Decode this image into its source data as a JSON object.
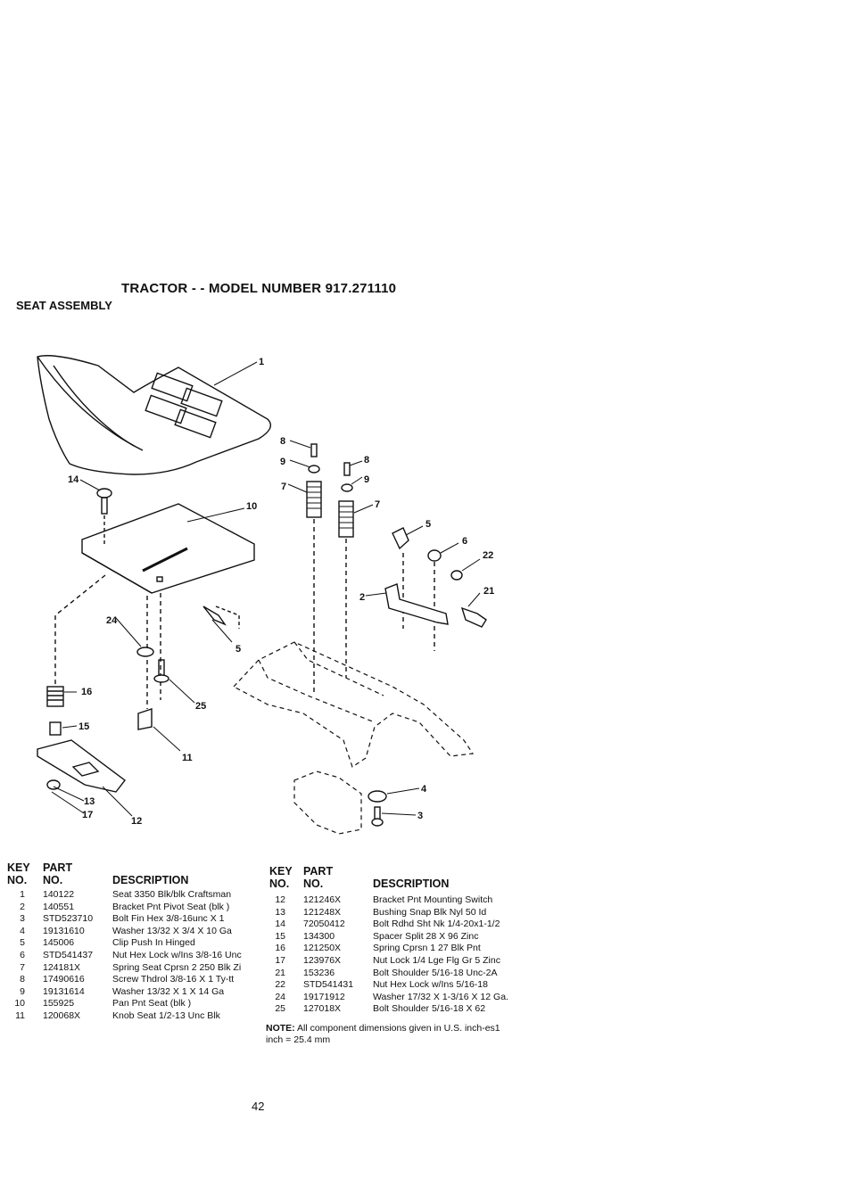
{
  "header": {
    "title": "TRACTOR - - MODEL NUMBER 917.271110",
    "subtitle": "SEAT ASSEMBLY"
  },
  "diagram": {
    "callouts": [
      "1",
      "2",
      "3",
      "4",
      "5",
      "5",
      "6",
      "7",
      "7",
      "8",
      "8",
      "9",
      "9",
      "10",
      "11",
      "12",
      "13",
      "14",
      "15",
      "16",
      "17",
      "21",
      "22",
      "24",
      "25"
    ]
  },
  "table": {
    "headers": {
      "key_line1": "KEY",
      "key_line2": "NO.",
      "part_line1": "PART",
      "part_line2": "NO.",
      "description": "DESCRIPTION"
    },
    "left_rows": [
      {
        "key": "1",
        "part": "140122",
        "desc": "Seat 3350 Blk/blk Craftsman"
      },
      {
        "key": "2",
        "part": "140551",
        "desc": "Bracket Pnt Pivot Seat (blk )"
      },
      {
        "key": "3",
        "part": "STD523710",
        "desc": "Bolt Fin Hex 3/8-16unc X 1"
      },
      {
        "key": "4",
        "part": "19131610",
        "desc": "Washer 13/32 X 3/4 X 10 Ga"
      },
      {
        "key": "5",
        "part": "145006",
        "desc": "Clip Push In Hinged"
      },
      {
        "key": "6",
        "part": "STD541437",
        "desc": "Nut Hex Lock w/Ins 3/8-16 Unc"
      },
      {
        "key": "7",
        "part": "124181X",
        "desc": "Spring Seat Cprsn 2 250 Blk Zi"
      },
      {
        "key": "8",
        "part": "17490616",
        "desc": "Screw Thdrol 3/8-16 X 1 Ty-tt"
      },
      {
        "key": "9",
        "part": "19131614",
        "desc": "Washer 13/32 X 1 X 14 Ga"
      },
      {
        "key": "10",
        "part": "155925",
        "desc": "Pan Pnt Seat (blk )"
      },
      {
        "key": "11",
        "part": "120068X",
        "desc": "Knob Seat 1/2-13 Unc Blk"
      }
    ],
    "right_rows": [
      {
        "key": "12",
        "part": "121246X",
        "desc": "Bracket Pnt Mounting Switch"
      },
      {
        "key": "13",
        "part": "121248X",
        "desc": "Bushing Snap Blk Nyl 50 Id"
      },
      {
        "key": "14",
        "part": "72050412",
        "desc": "Bolt Rdhd Sht Nk 1/4-20x1-1/2"
      },
      {
        "key": "15",
        "part": "134300",
        "desc": "Spacer Split 28 X 96 Zinc"
      },
      {
        "key": "16",
        "part": "121250X",
        "desc": "Spring Cprsn 1 27 Blk Pnt"
      },
      {
        "key": "17",
        "part": "123976X",
        "desc": "Nut Lock 1/4 Lge Flg Gr 5 Zinc"
      },
      {
        "key": "21",
        "part": "153236",
        "desc": "Bolt Shoulder 5/16-18 Unc-2A"
      },
      {
        "key": "22",
        "part": "STD541431",
        "desc": "Nut Hex Lock w/Ins 5/16-18"
      },
      {
        "key": "24",
        "part": "19171912",
        "desc": "Washer 17/32 X 1-3/16 X 12 Ga."
      },
      {
        "key": "25",
        "part": "127018X",
        "desc": "Bolt Shoulder 5/16-18 X 62"
      }
    ]
  },
  "note": {
    "label": "NOTE:",
    "text": " All component dimensions given in U.S. inch-es1 inch = 25.4 mm"
  },
  "page_number": "42"
}
